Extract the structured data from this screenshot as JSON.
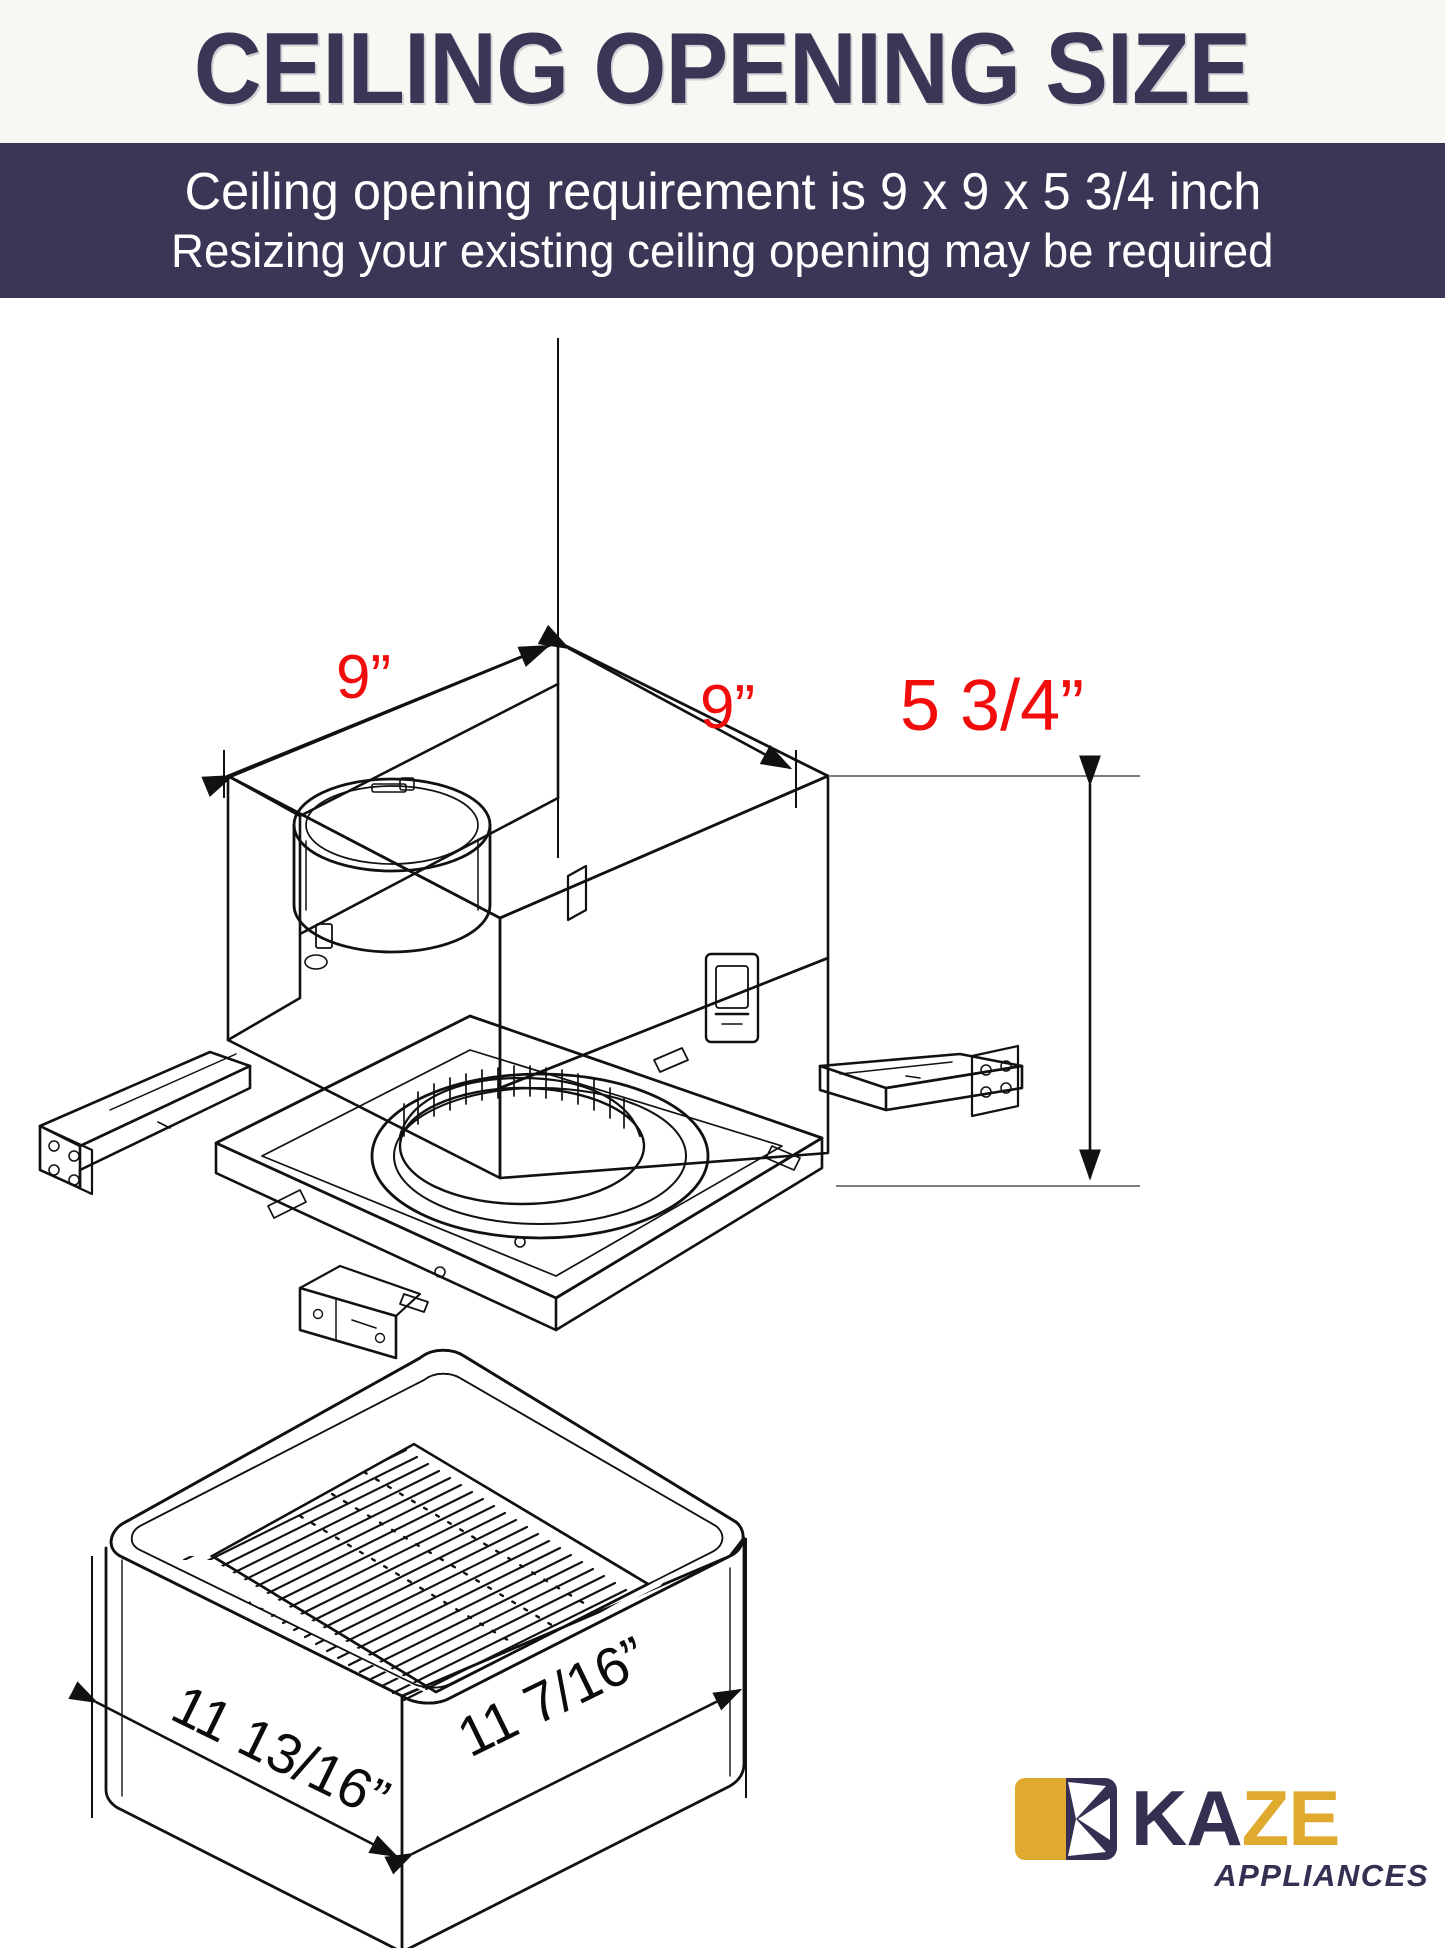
{
  "header": {
    "title": "CEILING OPENING SIZE",
    "subtitle_line_1": "Ceiling opening requirement is 9 x 9 x 5 3/4 inch",
    "subtitle_line_2": "Resizing your existing ceiling opening may be required",
    "title_color": "#3a3655",
    "band_color": "#3a3655",
    "title_band_color": "#f7f7f4"
  },
  "diagram": {
    "type": "exploded-technical-drawing",
    "subject": "ceiling-exhaust-fan-housing-with-grille",
    "dimension_color": "#f20d0d",
    "bottom_dimension_color": "#0b0b0b",
    "housing_dimensions": [
      {
        "name": "housing-width-left",
        "label": "9”",
        "axis": "top-left-edge",
        "value": 9,
        "unit": "inch"
      },
      {
        "name": "housing-width-right",
        "label": "9”",
        "axis": "top-right-edge",
        "value": 9,
        "unit": "inch"
      },
      {
        "name": "housing-height",
        "label": "5 3/4”",
        "axis": "vertical-right",
        "value": 5.75,
        "unit": "inch"
      }
    ],
    "grille_dimensions": [
      {
        "name": "grille-width",
        "label": "11 13/16”",
        "axis": "bottom-left-edge",
        "value": 11.8125,
        "unit": "inch"
      },
      {
        "name": "grille-depth",
        "label": "11 7/16”",
        "axis": "bottom-right-edge",
        "value": 11.4375,
        "unit": "inch"
      }
    ]
  },
  "logo": {
    "name_part_1": "KA",
    "name_part_2": "ZE",
    "tagline": "APPLIANCES",
    "gold": "#e0aa2e",
    "navy": "#352f52"
  }
}
